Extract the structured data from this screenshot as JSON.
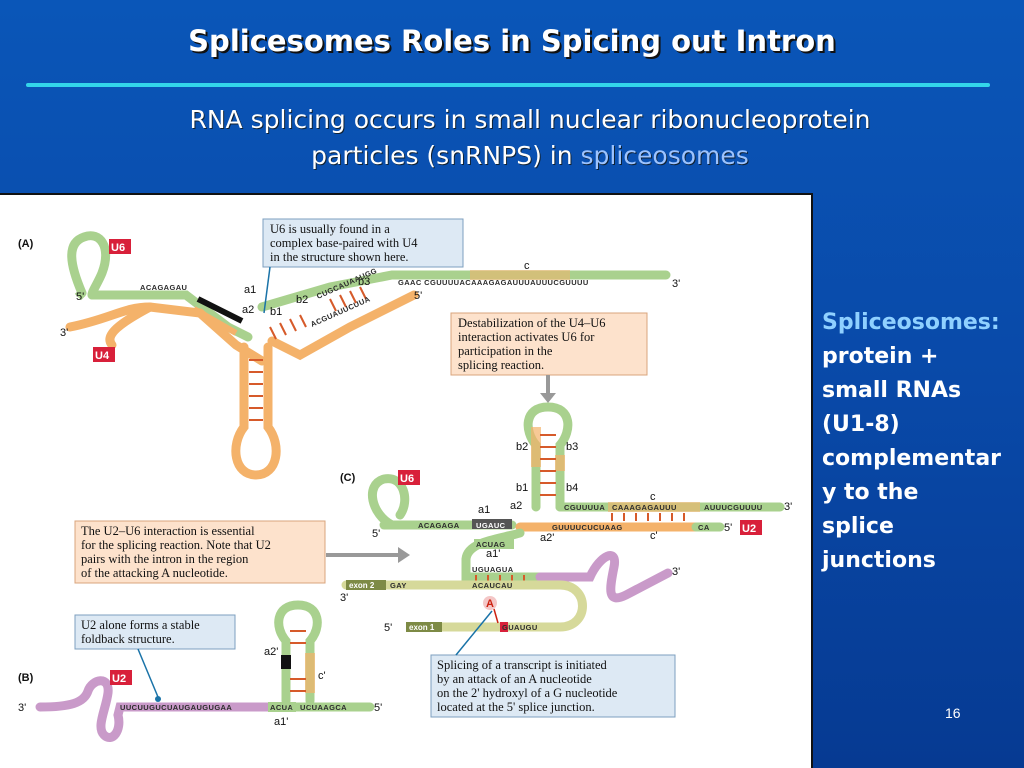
{
  "title": "Splicesomes Roles in Spicing out Intron",
  "subtitle": {
    "line1": "RNA splicing occurs in small nuclear ribonucleoprotein",
    "line2_prefix": "particles (snRNPS) in ",
    "line2_highlight": "spliceosomes"
  },
  "side_text": {
    "heading": "Spliceosomes:",
    "lines": [
      "protein +",
      "small RNAs",
      "(U1-8)",
      "complementar",
      "y to the",
      "splice",
      "junctions"
    ]
  },
  "page_number": "16",
  "figure": {
    "panel_a": "(A)",
    "panel_b": "(B)",
    "panel_c": "(C)",
    "tags": {
      "u6": "U6",
      "u4": "U4",
      "u2": "U2"
    },
    "callouts": {
      "u6_note": [
        "U6 is usually found in a",
        "complex base-paired with U4",
        "in the structure shown here."
      ],
      "destabilization": [
        "Destabilization of the U4–U6",
        "interaction activates U6 for",
        "participation in  the",
        "splicing reaction."
      ],
      "u2u6_interaction": [
        "The U2–U6 interaction is essential",
        "for the splicing reaction. Note that U2",
        "pairs with the intron in the region",
        "of the attacking A nucleotide."
      ],
      "u2_alone": [
        "U2 alone forms a stable",
        "foldback structure."
      ],
      "splicing_init": [
        "Splicing of a transcript is initiated",
        "by an attack of an A nucleotide",
        "on the 2' hydroxyl of a G nucleotide",
        "located at the 5' splice junction."
      ]
    },
    "labels": {
      "a1": "a1",
      "a2": "a2",
      "b1": "b1",
      "b2": "b2",
      "b3": "b3",
      "b4": "b4",
      "c": "c",
      "a1p": "a1'",
      "a2p": "a2'",
      "cp": "c'",
      "p5": "5'",
      "p3": "3'",
      "exon1": "exon 1",
      "exon2": "exon 2",
      "a_nuc": "A"
    },
    "sequences": {
      "a_top": "ACAGAGAU",
      "a_long": "GAAC CGUUUUACAAAGAGAUUUAUUUCGUUUU",
      "a_diag1": "CUGCAUAAUGG",
      "a_diag2": "ACGUAUUCUUA",
      "c_left": "ACAGAGA",
      "c_black": "UGAUC",
      "c_right_top": "CGUUUUA",
      "c_orange": "CAAAGAGAUUU",
      "c_far": "AUUUCGUUUU",
      "c_lower": "GUUUUCUCUAAG",
      "c_ca": "CA",
      "c_acuag": "ACUAG",
      "c_uguagua": "UGUAGUA",
      "c_acaucau": "ACAUCAU",
      "c_gay": "GAY",
      "c_guaugu": "GUAUGU",
      "b_seq": "UUCUUGUCUAUGAUGUGAA",
      "b_acua": "ACUA",
      "b_ucuaagca": "UCUAAGCA"
    }
  },
  "colors": {
    "background": "#0a56b8",
    "title_rule": "#33d6ea",
    "u6_green": "#a9d18e",
    "u4_orange": "#f4b26a",
    "u2_purple": "#c99ac9",
    "exon_olive": "#d6d99a",
    "tag_red": "#d8203a",
    "callout_blue": "#dde9f4",
    "callout_peach": "#fde2cc"
  }
}
